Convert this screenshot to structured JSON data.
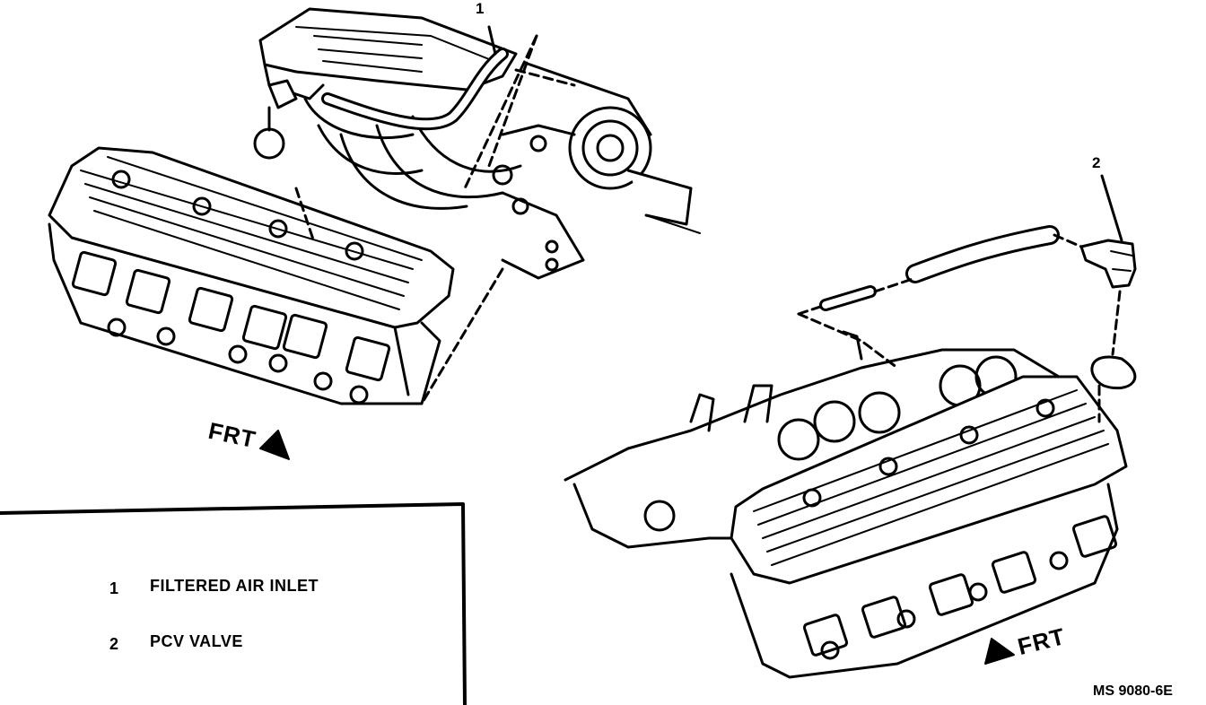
{
  "callouts": {
    "one": "1",
    "two": "2"
  },
  "frt_labels": {
    "left": "FRT",
    "right": "FRT"
  },
  "legend": {
    "items": [
      {
        "number": "1",
        "label": "FILTERED AIR INLET"
      },
      {
        "number": "2",
        "label": "PCV VALVE"
      }
    ]
  },
  "figure_id": "MS 9080-6E",
  "icons": [
    "engine-top-icon",
    "cylinder-head-icon",
    "frt-arrow-icon",
    "pcv-valve-icon",
    "breather-hose-icon"
  ]
}
